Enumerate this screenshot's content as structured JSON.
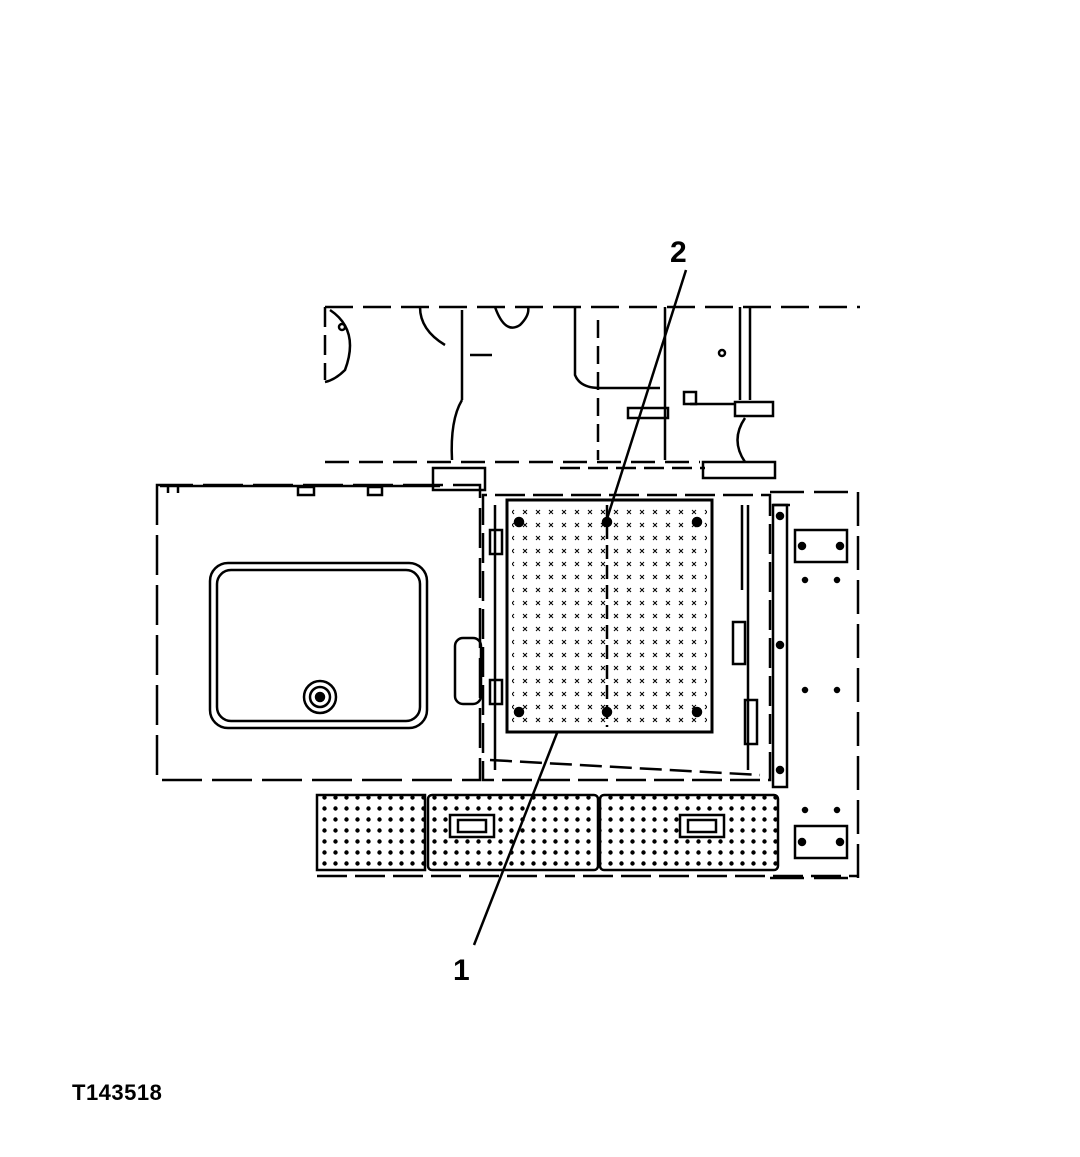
{
  "callouts": [
    {
      "id": "1",
      "label": "1"
    },
    {
      "id": "2",
      "label": "2"
    }
  ],
  "figure_id": "T143518",
  "colors": {
    "ink": "#000000",
    "paper": "#ffffff"
  }
}
